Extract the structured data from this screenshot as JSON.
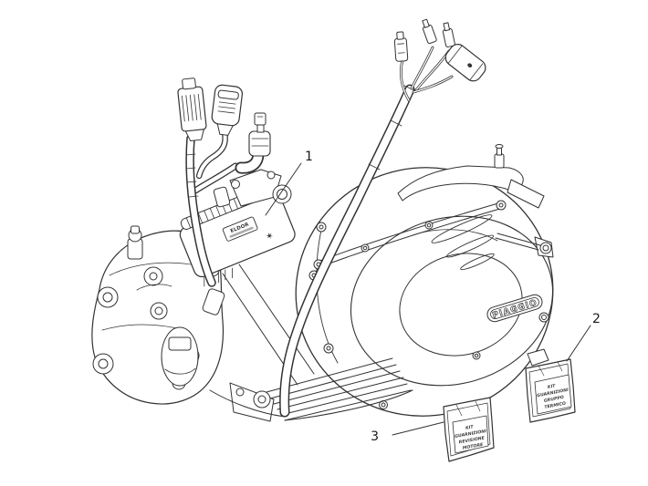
{
  "page": {
    "background": "#ffffff",
    "line_color": "#333333",
    "text_color": "#1a1a1a"
  },
  "callouts": [
    {
      "number": "1"
    },
    {
      "number": "2"
    },
    {
      "number": "3"
    }
  ],
  "engine": {
    "cover_badge": "PIAGGIO",
    "ecu_label": "ELDOR",
    "ecu_star_icon": "✶"
  },
  "gasket_kits": {
    "left_bag_lines": [
      "KIT",
      "GUARNIZIONI",
      "REVISIONE",
      "MOTORE"
    ],
    "right_bag_lines": [
      "KIT",
      "GUARNIZIONI",
      "GRUPPO",
      "TERMICO"
    ]
  }
}
